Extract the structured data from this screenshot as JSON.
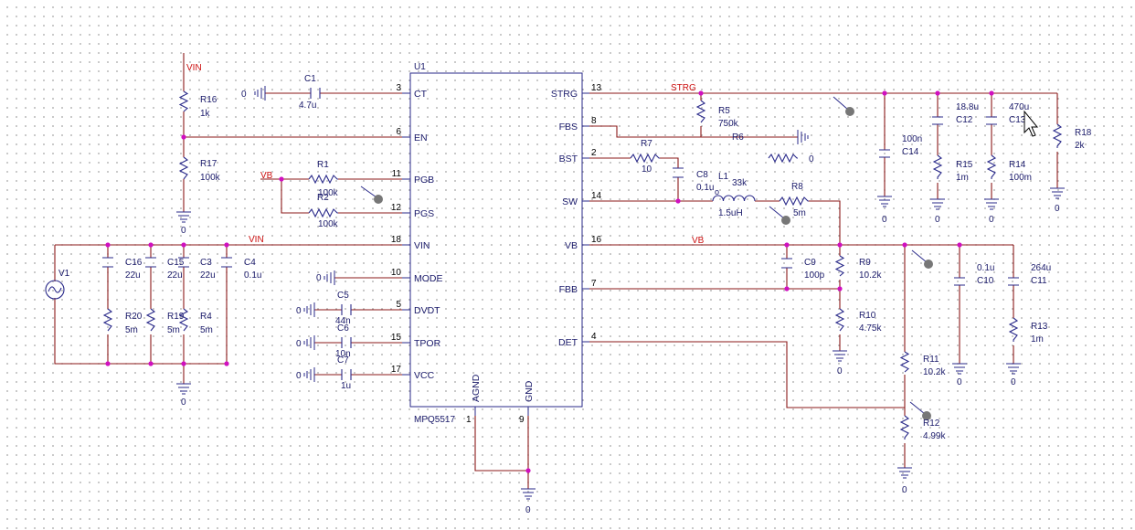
{
  "ic": {
    "ref": "U1",
    "part": "MPQ5517",
    "left_pins": [
      {
        "num": "3",
        "name": "CT"
      },
      {
        "num": "6",
        "name": "EN"
      },
      {
        "num": "11",
        "name": "PGB"
      },
      {
        "num": "12",
        "name": "PGS"
      },
      {
        "num": "18",
        "name": "VIN"
      },
      {
        "num": "10",
        "name": "MODE"
      },
      {
        "num": "5",
        "name": "DVDT"
      },
      {
        "num": "15",
        "name": "TPOR"
      },
      {
        "num": "17",
        "name": "VCC"
      }
    ],
    "right_pins": [
      {
        "num": "13",
        "name": "STRG"
      },
      {
        "num": "8",
        "name": "FBS"
      },
      {
        "num": "2",
        "name": "BST"
      },
      {
        "num": "14",
        "name": "SW"
      },
      {
        "num": "16",
        "name": "VB"
      },
      {
        "num": "7",
        "name": "FBB"
      },
      {
        "num": "4",
        "name": "DET"
      }
    ],
    "bottom_pins": [
      {
        "num": "1",
        "name": "AGND"
      },
      {
        "num": "9",
        "name": "GND"
      }
    ]
  },
  "nets": {
    "vin_top": "VIN",
    "vin_rail": "VIN",
    "vb_left": "VB",
    "strg": "STRG",
    "vb_right": "VB"
  },
  "ground_label": "0",
  "components": {
    "V1": {
      "ref": "V1",
      "value": ""
    },
    "R16": {
      "ref": "R16",
      "value": "1k"
    },
    "R17": {
      "ref": "R17",
      "value": "100k"
    },
    "C1": {
      "ref": "C1",
      "value": "4.7u"
    },
    "R1": {
      "ref": "R1",
      "value": "100k"
    },
    "R2": {
      "ref": "R2",
      "value": "100k"
    },
    "C16": {
      "ref": "C16",
      "value": "22u"
    },
    "C15": {
      "ref": "C15",
      "value": "22u"
    },
    "C3": {
      "ref": "C3",
      "value": "22u"
    },
    "C4": {
      "ref": "C4",
      "value": "0.1u"
    },
    "R20": {
      "ref": "R20",
      "value": "5m"
    },
    "R19": {
      "ref": "R19",
      "value": "5m"
    },
    "R4": {
      "ref": "R4",
      "value": "5m"
    },
    "C5": {
      "ref": "C5",
      "value": "44n"
    },
    "C6": {
      "ref": "C6",
      "value": "10n"
    },
    "C7": {
      "ref": "C7",
      "value": "1u"
    },
    "R5": {
      "ref": "R5",
      "value": "750k"
    },
    "R6": {
      "ref": "R6",
      "value": "33k"
    },
    "R7": {
      "ref": "R7",
      "value": "10"
    },
    "C8": {
      "ref": "C8",
      "value": "0.1u"
    },
    "L1": {
      "ref": "L1",
      "value": "1.5uH"
    },
    "R8": {
      "ref": "R8",
      "value": "5m"
    },
    "C9": {
      "ref": "C9",
      "value": "100p"
    },
    "R9": {
      "ref": "R9",
      "value": "10.2k"
    },
    "R10": {
      "ref": "R10",
      "value": "4.75k"
    },
    "C14": {
      "ref": "C14",
      "value": "100n"
    },
    "C12": {
      "ref": "C12",
      "value": "18.8u"
    },
    "R15": {
      "ref": "R15",
      "value": "1m"
    },
    "C13": {
      "ref": "C13",
      "value": "470u"
    },
    "R14": {
      "ref": "R14",
      "value": "100m"
    },
    "R18": {
      "ref": "R18",
      "value": "2k"
    },
    "C10": {
      "ref": "C10",
      "value": "0.1u"
    },
    "C11": {
      "ref": "C11",
      "value": "264u"
    },
    "R13": {
      "ref": "R13",
      "value": "1m"
    },
    "R11": {
      "ref": "R11",
      "value": "10.2k"
    },
    "R12": {
      "ref": "R12",
      "value": "4.99k"
    }
  },
  "probes": {
    "i_label": "I",
    "v_label": "V"
  },
  "colors": {
    "wire": "#8b1a1a",
    "part": "#2a2a8a",
    "junction": "#d010c0",
    "net_label": "#cc1010"
  }
}
